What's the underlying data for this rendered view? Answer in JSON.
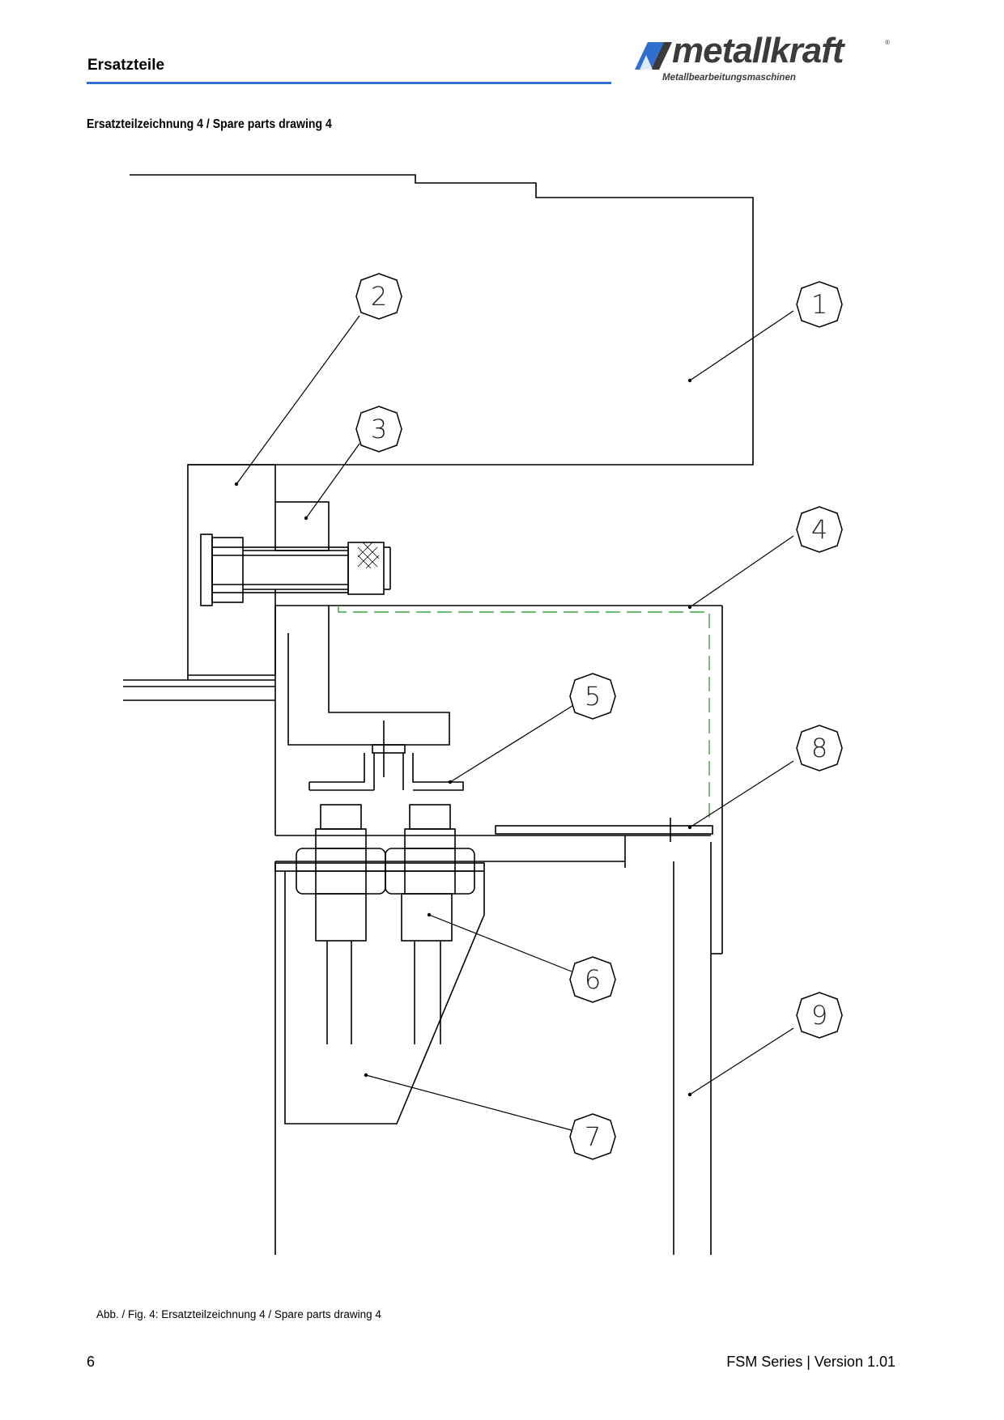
{
  "header": {
    "title": "Ersatzteile",
    "logo": {
      "brand": "metallkraft",
      "tagline": "Metallbearbeitungsmaschinen",
      "registered": "®",
      "brand_color": "#2f6fd0"
    }
  },
  "drawing": {
    "title": "Ersatzteilzeichnung 4 / Spare parts drawing 4",
    "callouts": [
      "1",
      "2",
      "3",
      "4",
      "5",
      "6",
      "7",
      "8",
      "9"
    ],
    "dashed_outline_color": "#3aa53a"
  },
  "caption": "Abb. / Fig. 4: Ersatzteilzeichnung 4 / Spare parts drawing 4",
  "footer": {
    "page_number": "6",
    "series": "FSM Series | Version 1.01"
  }
}
